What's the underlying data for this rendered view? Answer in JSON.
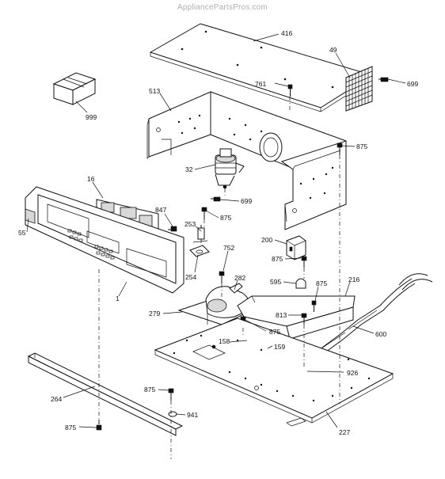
{
  "watermark": "AppliancePartsPros.com",
  "callouts": {
    "c416": "416",
    "c49": "49",
    "c699a": "699",
    "c761": "761",
    "c513": "513",
    "c999": "999",
    "c875a": "875",
    "c16": "16",
    "c32": "32",
    "c699b": "699",
    "c847": "847",
    "c875b": "875",
    "c55": "55",
    "c253": "253",
    "c752": "752",
    "c200": "200",
    "c875c": "875",
    "c254": "254",
    "c282": "282",
    "c595": "595",
    "c875d": "875",
    "c216": "216",
    "c1": "1",
    "c279": "279",
    "c813": "813",
    "c875e": "875",
    "c600": "600",
    "c158": "158",
    "c159": "159",
    "c926": "926",
    "c264": "264",
    "c875f": "875",
    "c941": "941",
    "c875g": "875",
    "c227": "227"
  }
}
